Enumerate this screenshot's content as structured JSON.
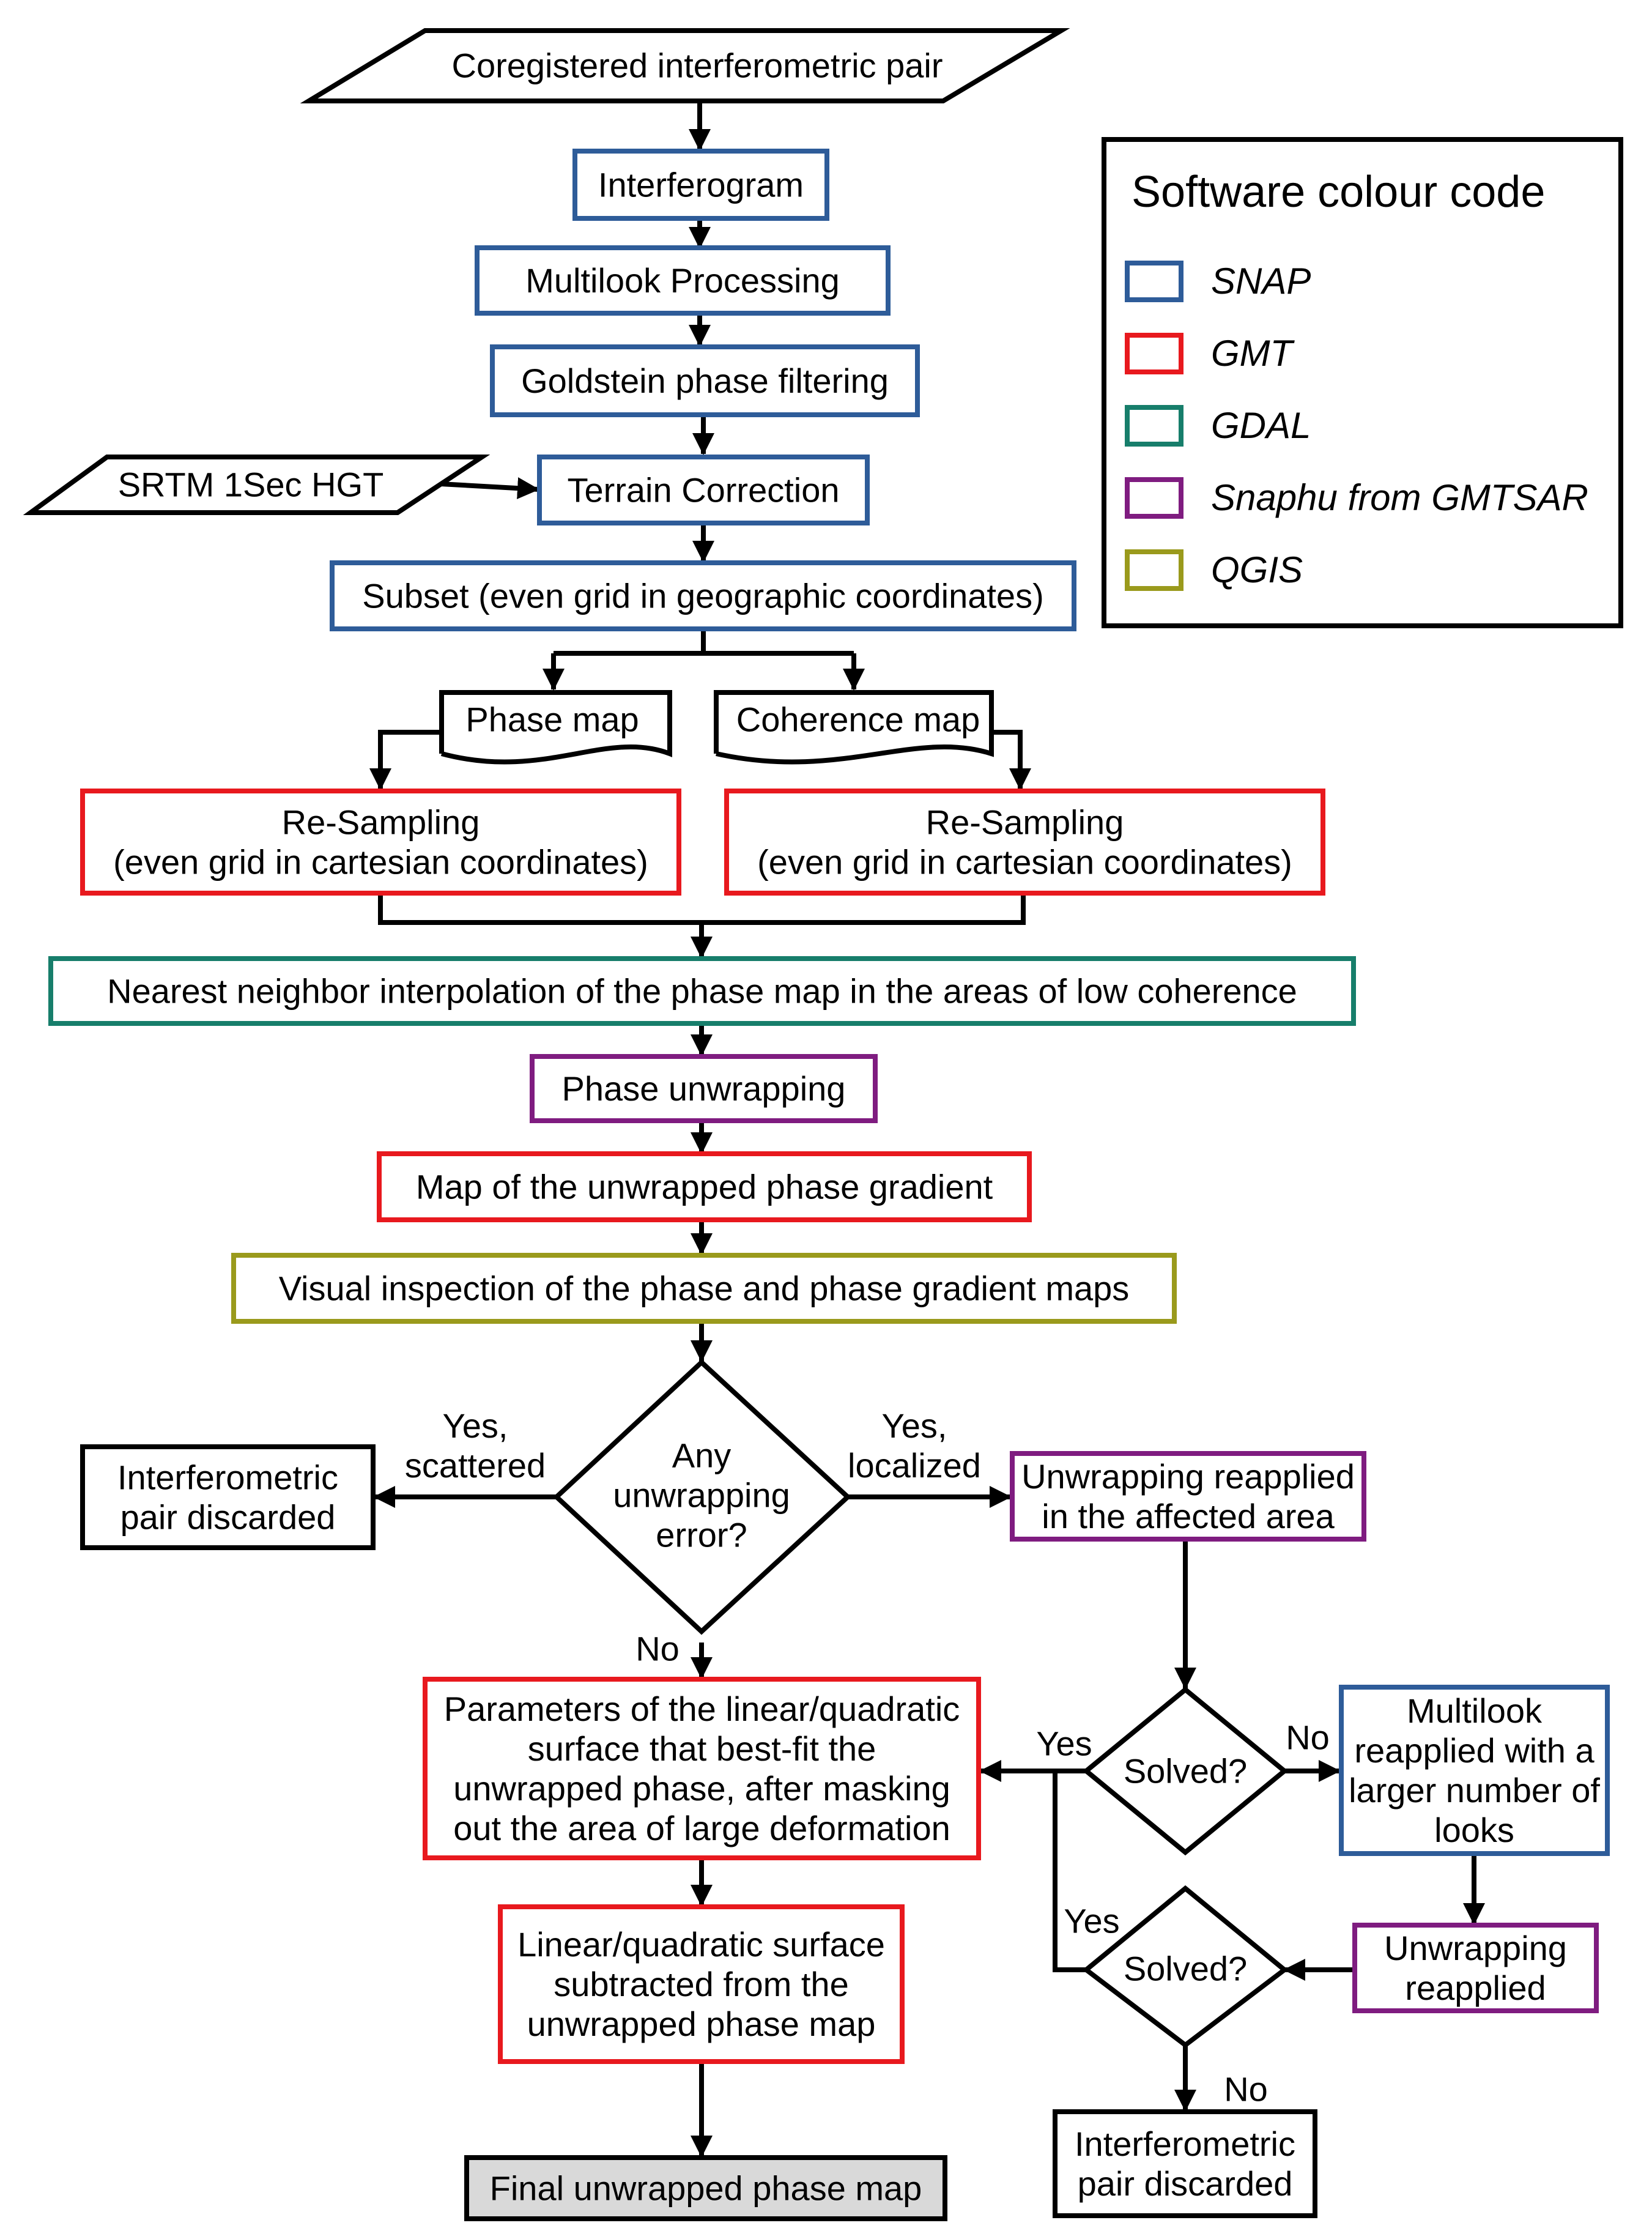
{
  "colors": {
    "snap": "#2e5c99",
    "gmt": "#e8191e",
    "gdal": "#177e6b",
    "snaphu": "#7f1c80",
    "qgis": "#9a9a1c",
    "neutral": "#000000",
    "final_fill": "#d9d9d9"
  },
  "legend": {
    "title": "Software colour code",
    "items": [
      {
        "label": "SNAP",
        "color": "#2e5c99"
      },
      {
        "label": "GMT",
        "color": "#e8191e"
      },
      {
        "label": "GDAL",
        "color": "#177e6b"
      },
      {
        "label": "Snaphu from GMTSAR",
        "color": "#7f1c80"
      },
      {
        "label": "QGIS",
        "color": "#9a9a1c"
      }
    ]
  },
  "nodes": {
    "input_pair": [
      "Coregistered interferometric pair"
    ],
    "interferogram": [
      "Interferogram"
    ],
    "multilook": [
      "Multilook Processing"
    ],
    "goldstein": [
      "Goldstein phase filtering"
    ],
    "srtm": [
      "SRTM 1Sec HGT"
    ],
    "terrain": [
      "Terrain Correction"
    ],
    "subset": [
      "Subset (even grid in geographic coordinates)"
    ],
    "phase_map": [
      "Phase map"
    ],
    "coherence_map": [
      "Coherence map"
    ],
    "resample_left": [
      "Re-Sampling",
      "(even grid in cartesian coordinates)"
    ],
    "resample_right": [
      "Re-Sampling",
      "(even grid in cartesian coordinates)"
    ],
    "nn_interp": [
      "Nearest neighbor interpolation of the phase map in the areas of low coherence"
    ],
    "unwrap": [
      "Phase unwrapping"
    ],
    "gradient": [
      "Map of the unwrapped phase gradient"
    ],
    "visual": [
      "Visual inspection of the phase and phase gradient maps"
    ],
    "decision_error": [
      "Any",
      "unwrapping",
      "error?"
    ],
    "discard_left": [
      "Interferometric",
      "pair discarded"
    ],
    "reapply_area": [
      "Unwrapping reapplied",
      "in the affected area"
    ],
    "solved1": [
      "Solved?"
    ],
    "multilook_more": [
      "Multilook",
      "reapplied with a",
      "larger number of",
      "looks"
    ],
    "params": [
      "Parameters of the linear/quadratic",
      "surface that best-fit the",
      "unwrapped phase, after masking",
      "out the area of large deformation"
    ],
    "subtract": [
      "Linear/quadratic surface",
      "subtracted from the",
      "unwrapped phase map"
    ],
    "final": [
      "Final unwrapped phase map"
    ],
    "unwrap_again": [
      "Unwrapping",
      "reapplied"
    ],
    "solved2": [
      "Solved?"
    ],
    "discard_right": [
      "Interferometric",
      "pair discarded"
    ]
  },
  "edge_labels": {
    "yes_scattered": [
      "Yes,",
      "scattered"
    ],
    "yes_localized": [
      "Yes,",
      "localized"
    ],
    "no_error": [
      "No"
    ],
    "yes_solved1": [
      "Yes"
    ],
    "no_solved1": [
      "No"
    ],
    "yes_solved2": [
      "Yes"
    ],
    "no_solved2": [
      "No"
    ]
  }
}
